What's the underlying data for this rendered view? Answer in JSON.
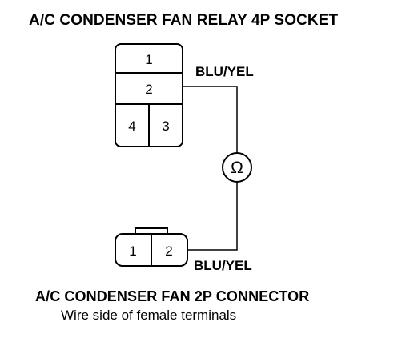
{
  "relay_socket": {
    "title": "A/C CONDENSER FAN RELAY 4P SOCKET",
    "terminals": [
      "1",
      "2",
      "4",
      "3"
    ]
  },
  "fan_connector": {
    "title": "A/C CONDENSER FAN 2P CONNECTOR",
    "subtitle": "Wire side of female terminals",
    "terminals": [
      "1",
      "2"
    ]
  },
  "wires": {
    "top_label": "BLU/YEL",
    "bottom_label": "BLU/YEL"
  },
  "meter": {
    "symbol": "Ω"
  }
}
